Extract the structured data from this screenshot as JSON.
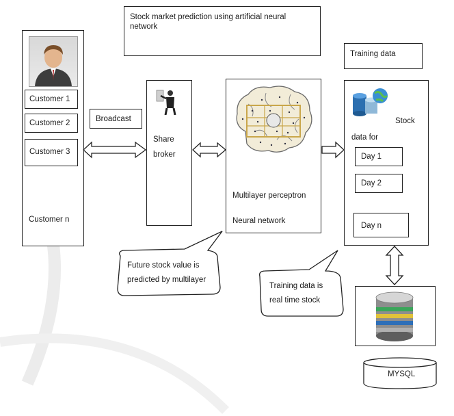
{
  "title": "Stock market prediction using artificial neural network",
  "customers": {
    "items": [
      "Customer 1",
      "Customer 2",
      "Customer 3",
      "Customer n"
    ]
  },
  "broadcast": "Broadcast",
  "share_broker": "Share broker",
  "neural": {
    "line1": "Multilayer perceptron",
    "line2": "Neural network"
  },
  "training_data": {
    "title": "Training data",
    "stock_label": "Stock",
    "data_for": "data for",
    "days": [
      "Day 1",
      "Day 2",
      "Day n"
    ]
  },
  "callouts": {
    "future": "Future stock value is predicted by multilayer",
    "training": "Training data is real time stock"
  },
  "database": "MYSQL"
}
